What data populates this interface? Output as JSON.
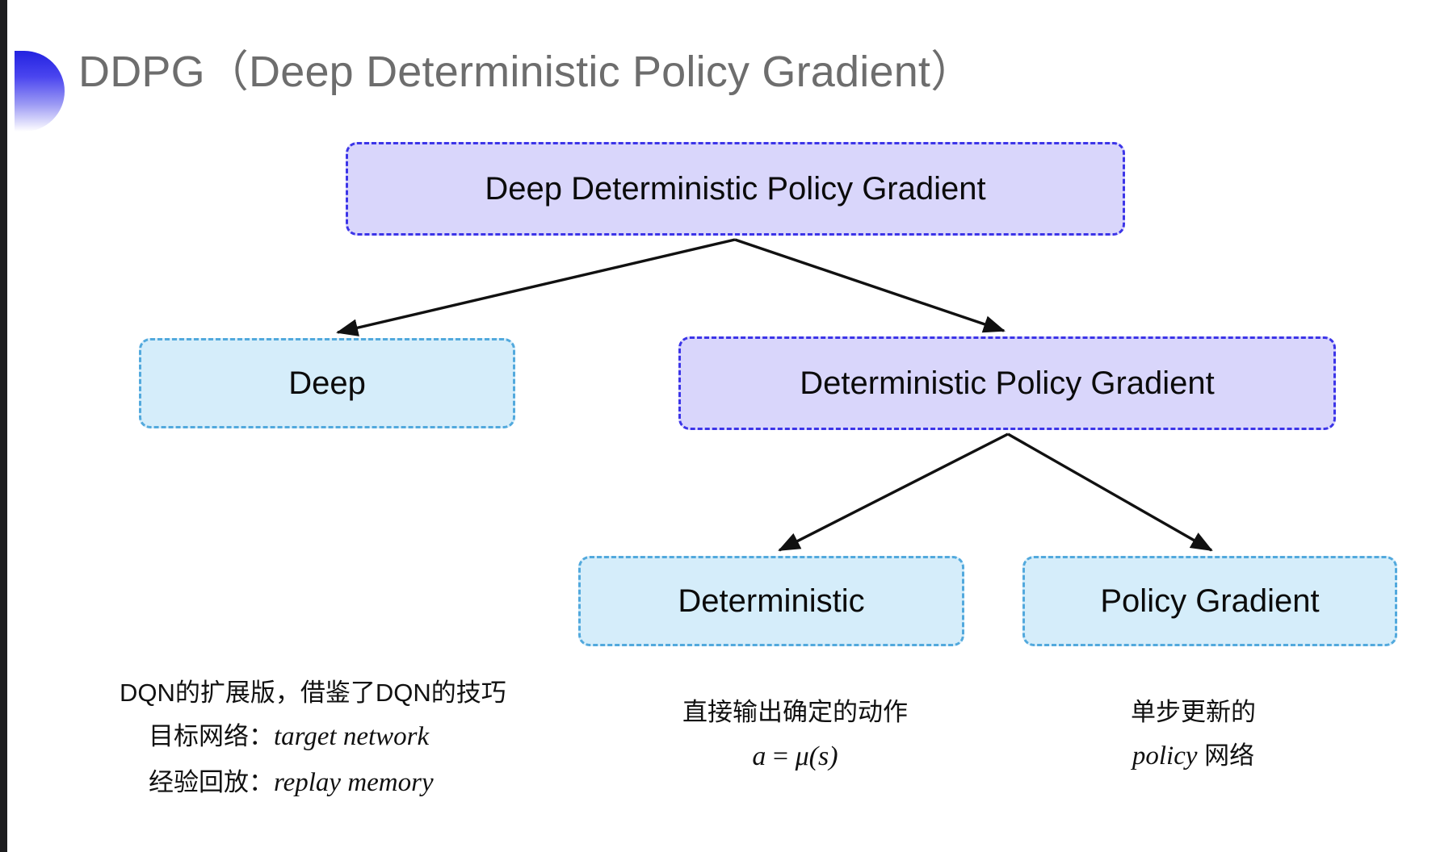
{
  "slide": {
    "title": "DDPG（Deep Deterministic Policy Gradient）",
    "bullet_icon": "half-circle-gradient-icon",
    "background_color": "#ffffff"
  },
  "colors": {
    "purple_fill": "#d9d6fb",
    "purple_border": "#3c35e8",
    "blue_fill": "#d5edfa",
    "blue_border": "#52a9dd",
    "title_text": "#6d6d6d",
    "arrow": "#111111"
  },
  "diagram": {
    "type": "tree",
    "nodes": [
      {
        "id": "root",
        "label": "Deep Deterministic Policy Gradient",
        "style": "purple"
      },
      {
        "id": "deep",
        "label": "Deep",
        "style": "blue"
      },
      {
        "id": "dpg",
        "label": "Deterministic Policy Gradient",
        "style": "purple"
      },
      {
        "id": "deterministic",
        "label": "Deterministic",
        "style": "blue"
      },
      {
        "id": "policy_gradient",
        "label": "Policy Gradient",
        "style": "blue"
      }
    ],
    "edges": [
      {
        "from": "root",
        "to": "deep"
      },
      {
        "from": "root",
        "to": "dpg"
      },
      {
        "from": "dpg",
        "to": "deterministic"
      },
      {
        "from": "dpg",
        "to": "policy_gradient"
      }
    ]
  },
  "annotations": {
    "deep": {
      "line1": "DQN的扩展版，借鉴了DQN的技巧",
      "line2_label": "目标网络：",
      "line2_value": "target network",
      "line3_label": "经验回放：",
      "line3_value": "replay memory"
    },
    "deterministic": {
      "line1": "直接输出确定的动作",
      "formula_lhs": "a",
      "formula_op": " = ",
      "formula_rhs": "μ(s)"
    },
    "policy_gradient": {
      "line1": "单步更新的",
      "line2_value": "policy",
      "line2_label": " 网络"
    }
  }
}
